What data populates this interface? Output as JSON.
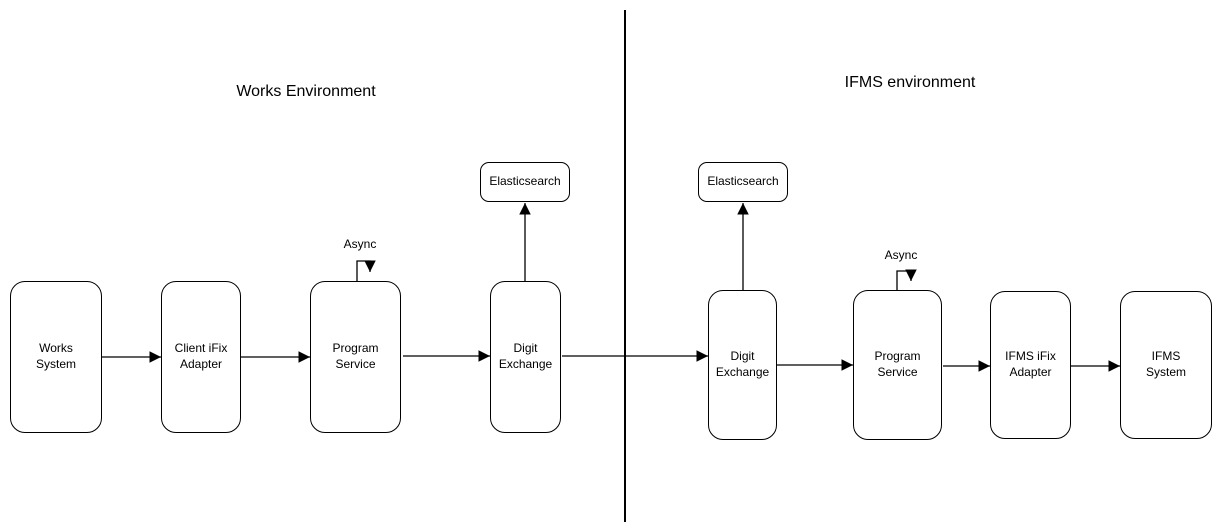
{
  "titles": {
    "works": "Works Environment",
    "ifms": "IFMS environment"
  },
  "nodes": {
    "works_system": "Works\nSystem",
    "client_ifix_adapter": "Client iFix\nAdapter",
    "program_service_works": "Program\nService",
    "digit_exchange_works": "Digit\nExchange",
    "elasticsearch_works": "Elasticsearch",
    "digit_exchange_ifms": "Digit\nExchange",
    "program_service_ifms": "Program\nService",
    "ifms_ifix_adapter": "IFMS iFix\nAdapter",
    "ifms_system": "IFMS\nSystem",
    "elasticsearch_ifms": "Elasticsearch"
  },
  "labels": {
    "async_works": "Async",
    "async_ifms": "Async"
  },
  "edges": [
    {
      "env": "works",
      "from": "works_system",
      "to": "client_ifix_adapter"
    },
    {
      "env": "works",
      "from": "client_ifix_adapter",
      "to": "program_service_works"
    },
    {
      "env": "works",
      "from": "program_service_works",
      "to": "program_service_works",
      "label": "Async"
    },
    {
      "env": "works",
      "from": "program_service_works",
      "to": "digit_exchange_works"
    },
    {
      "env": "works",
      "from": "digit_exchange_works",
      "to": "elasticsearch_works"
    },
    {
      "env": "cross",
      "from": "digit_exchange_works",
      "to": "digit_exchange_ifms"
    },
    {
      "env": "ifms",
      "from": "digit_exchange_ifms",
      "to": "elasticsearch_ifms"
    },
    {
      "env": "ifms",
      "from": "digit_exchange_ifms",
      "to": "program_service_ifms"
    },
    {
      "env": "ifms",
      "from": "program_service_ifms",
      "to": "program_service_ifms",
      "label": "Async"
    },
    {
      "env": "ifms",
      "from": "program_service_ifms",
      "to": "ifms_ifix_adapter"
    },
    {
      "env": "ifms",
      "from": "ifms_ifix_adapter",
      "to": "ifms_system"
    }
  ],
  "colors": {
    "stroke": "#000000",
    "background": "#ffffff",
    "text": "#000000"
  }
}
